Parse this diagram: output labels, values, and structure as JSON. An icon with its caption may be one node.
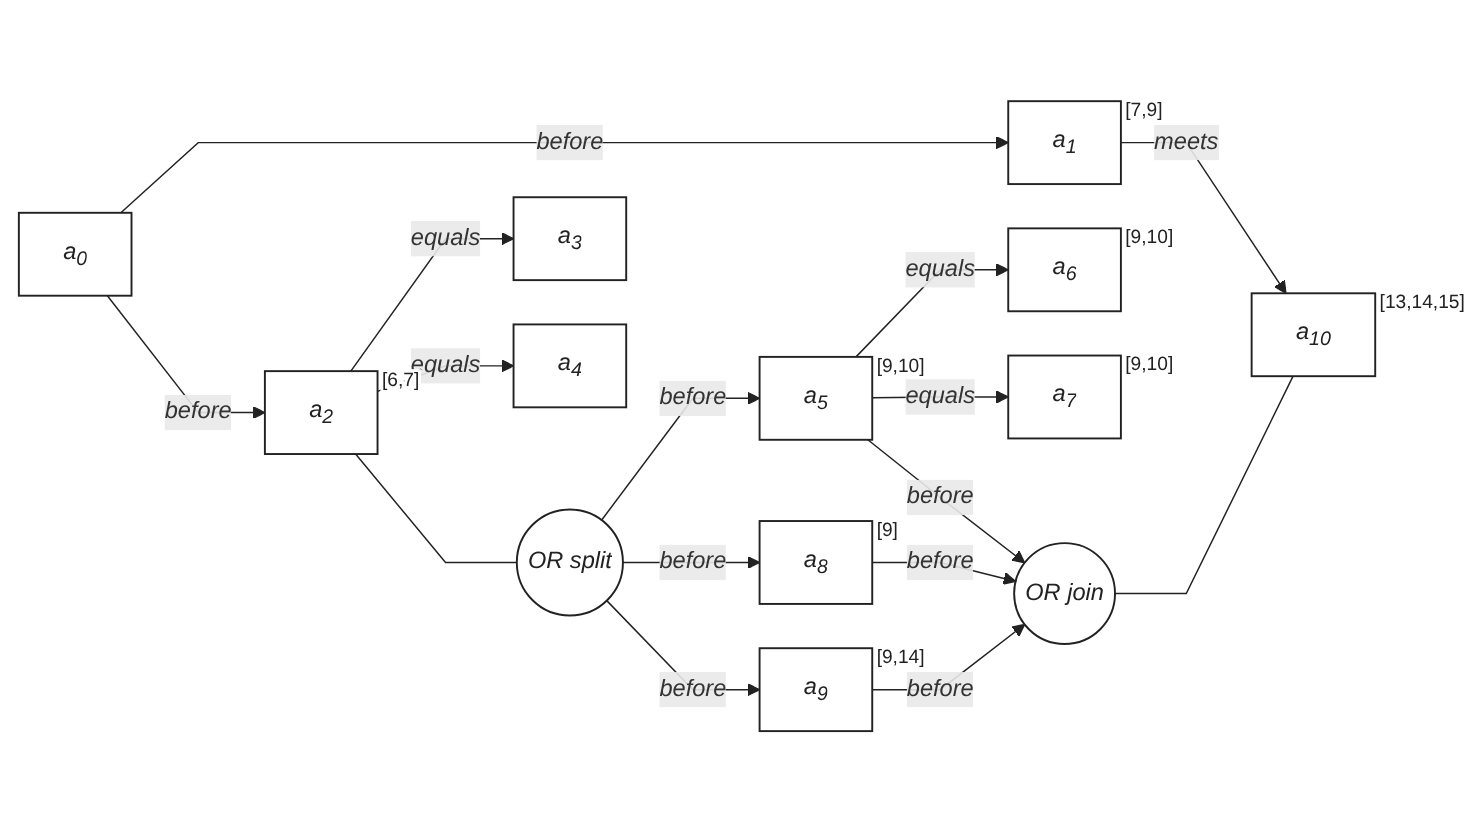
{
  "diagram": {
    "nodes": [
      {
        "text": [
          "a$_{0}$"
        ]
      },
      {
        "text": [
          "a$_{1}$"
        ],
        "beside": [
          "[7,9]"
        ]
      },
      {
        "text": [
          "a$_{2}$"
        ],
        "beside": [
          "[6,7]"
        ]
      },
      {
        "text": [
          "OR split"
        ]
      },
      {
        "text": [
          "a$_{3}$"
        ]
      },
      {
        "text": [
          "a$_{4}$"
        ]
      },
      {
        "text": [
          "a$_{5}$"
        ],
        "beside": [
          "[9,10]"
        ]
      },
      {
        "text": [
          "a$_{6}$"
        ],
        "beside": [
          "[9,10]"
        ]
      },
      {
        "text": [
          "a$_{7}$"
        ],
        "beside": [
          "[9,10]"
        ]
      },
      {
        "text": [
          "a$_{8}$"
        ],
        "beside": [
          "[9]"
        ]
      },
      {
        "text": [
          "a$_{9}$"
        ],
        "beside": [
          "[9,14]"
        ]
      },
      {
        "text": [
          "OR join"
        ]
      },
      {
        "text": [
          "a$_{10}$"
        ],
        "beside": [
          "[13,14,15]"
        ]
      }
    ],
    "edges": [
      {
        "from": 0,
        "to": 1,
        "arrow": "to",
        "label": "before"
      },
      {
        "from": 0,
        "to": 2,
        "arrow": "to",
        "label": "before"
      },
      {
        "from": 1,
        "to": 12,
        "arrow": "to",
        "label": "meets"
      },
      {
        "from": 2,
        "to": 3,
        "arrow": "none"
      },
      {
        "from": 2,
        "to": 4,
        "arrow": "to",
        "label": "equals"
      },
      {
        "from": 2,
        "to": 5,
        "arrow": "to",
        "label": "equals"
      },
      {
        "from": 3,
        "to": 6,
        "arrow": "to",
        "label": "before"
      },
      {
        "from": 3,
        "to": 9,
        "arrow": "to",
        "label": "before"
      },
      {
        "from": 3,
        "to": 10,
        "arrow": "to",
        "label": "before"
      },
      {
        "from": 6,
        "to": 7,
        "arrow": "to",
        "label": "equals"
      },
      {
        "from": 6,
        "to": 8,
        "arrow": "to",
        "label": "equals"
      },
      {
        "from": 6,
        "to": 11,
        "arrow": "to",
        "label": "before"
      },
      {
        "from": 9,
        "to": 11,
        "arrow": "to",
        "label": "before"
      },
      {
        "from": 10,
        "to": 11,
        "arrow": "to",
        "label": "before"
      },
      {
        "from": 11,
        "to": 12,
        "arrow": "none"
      }
    ]
  }
}
